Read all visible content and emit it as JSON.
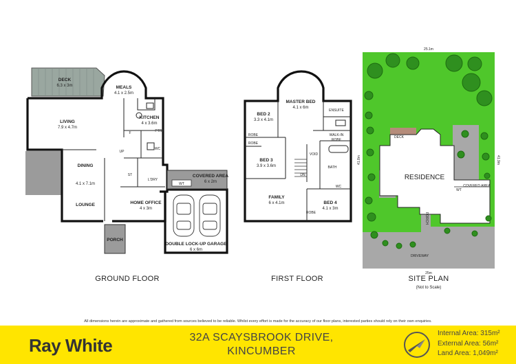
{
  "ground_floor": {
    "caption": "GROUND FLOOR",
    "rooms": {
      "deck_name": "DECK",
      "deck_dim": "6.3 x 3m",
      "meals_name": "MEALS",
      "meals_dim": "4.1 x 2.5m",
      "living_name": "LIVING",
      "living_dim": "7.9 x 4.7m",
      "kitchen_name": "KITCHEN",
      "kitchen_dim": "4 x 3.6m",
      "pantry": "PTRY",
      "fridge": "F",
      "wc": "WC",
      "up": "UP",
      "st": "ST",
      "dining_name": "DINING",
      "dining_dim": "4.1 x 7.1m",
      "lounge_name": "LOUNGE",
      "laundry": "L'DRY",
      "covered_name": "COVERED AREA",
      "covered_dim": "6 x 2m",
      "wt": "WT",
      "office_name": "HOME OFFICE",
      "office_dim": "4 x 3m",
      "garage_name": "DOUBLE LOCK-UP GARAGE",
      "garage_dim": "6 x 6m",
      "porch": "PORCH"
    }
  },
  "first_floor": {
    "caption": "FIRST FLOOR",
    "rooms": {
      "master_name": "MASTER BED",
      "master_dim": "4.1 x 6m",
      "bed2_name": "BED 2",
      "bed2_dim": "3.3 x 4.1m",
      "ensuite": "ENSUITE",
      "walkin": "WALK-IN",
      "robe": "ROBE",
      "bed3_name": "BED 3",
      "bed3_dim": "3.9 x 3.6m",
      "void": "VOID",
      "bath": "BATH",
      "dn": "DN",
      "wc": "WC",
      "family_name": "FAMILY",
      "family_dim": "6 x 4.1m",
      "bed4_name": "BED 4",
      "bed4_dim": "4.1 x 3m"
    }
  },
  "site_plan": {
    "caption": "SITE PLAN",
    "subcaption": "(Not to Scale)",
    "residence": "RESIDENCE",
    "deck": "DECK",
    "porch": "PORCH",
    "wt": "WT",
    "covered_area": "COVERED AREA",
    "driveway": "DRIVEWAY",
    "dim_top": "25.1m",
    "dim_bottom": "25m",
    "dim_left": "41.8m",
    "dim_right": "41.9m",
    "colors": {
      "lawn": "#4fc72b",
      "trees": "#2f8f1f",
      "paving": "#a8a8a8",
      "deck": "#b58c7a"
    }
  },
  "disclaimer": "All dimensions herein are approximate and gathered from sources believed to be reliable. Whilst every effort is made for the accuracy of our floor plans, interested parties should rely on their own enquiries.",
  "footer": {
    "brand": "Ray White",
    "address_line1": "32A SCAYSBROOK DRIVE,",
    "address_line2": "KINCUMBER",
    "compass_icon": "north-arrow-icon",
    "internal_label": "Internal Area:",
    "internal_value": "315m²",
    "external_label": "External Area:",
    "external_value": "56m²",
    "land_label": "Land Area:",
    "land_value": "1,049m²",
    "colors": {
      "background": "#ffe500",
      "text": "#444444"
    }
  }
}
